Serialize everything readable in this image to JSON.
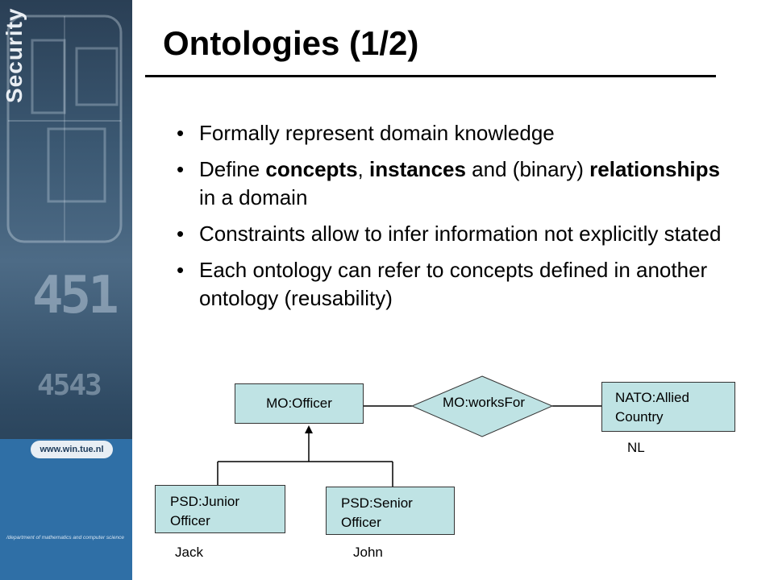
{
  "sidebar": {
    "vertical_title": "Security",
    "chip_digits": "451",
    "chip_small": "4543",
    "url": "www.win.tue.nl",
    "department": "/department of mathematics and computer science"
  },
  "slide": {
    "title": "Ontologies (1/2)",
    "bullets": {
      "b1": "Formally represent domain knowledge",
      "b2_pre": "Define ",
      "b2_concepts": "concepts",
      "b2_sep1": ", ",
      "b2_instances": "instances",
      "b2_mid": " and (binary) ",
      "b2_relationships": "relationships",
      "b2_post": " in a domain",
      "b3": "Constraints allow to infer information not explicitly stated",
      "b4": "Each ontology can refer to concepts defined in another ontology (reusability)"
    }
  },
  "diagram": {
    "officer": "MO:Officer",
    "works_for": "MO:worksFor",
    "nato_line1": "NATO:Allied",
    "nato_line2": "Country",
    "nato_instance": "NL",
    "junior_line1": "PSD:Junior",
    "junior_line2": "Officer",
    "senior_line1": "PSD:Senior",
    "senior_line2": "Officer",
    "junior_instance": "Jack",
    "senior_instance": "John",
    "box_color": "#bfe3e4"
  }
}
